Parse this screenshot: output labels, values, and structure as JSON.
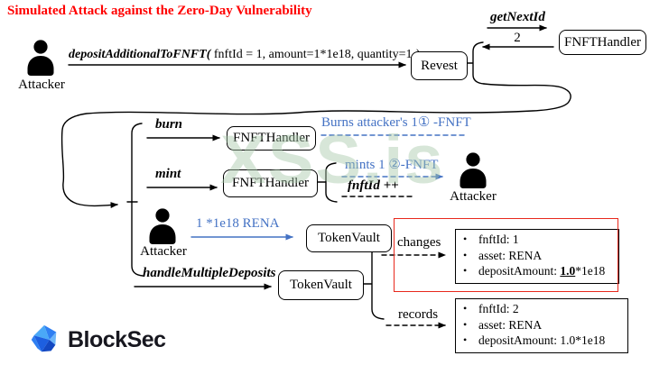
{
  "colors": {
    "title": "#ff0000",
    "accent_blue": "#4472c4",
    "watermark": "#a8c9ab",
    "highlight_red": "#e8291c"
  },
  "title": "Simulated Attack against the Zero-Day Vulnerability",
  "watermark": "XSS.is",
  "bullet": "•",
  "nodes": {
    "revest": "Revest",
    "fnft_handler": "FNFTHandler",
    "token_vault": "TokenVault",
    "attacker": "Attacker"
  },
  "calls": {
    "deposit_fn": "depositAdditionalToFNFT(",
    "deposit_args": " fnftId = 1, amount=1*1e18, quantity=1 ",
    "deposit_close": ")",
    "get_next_id": "getNextId",
    "next_id_value": "2",
    "burn": "burn",
    "mint": "mint",
    "handle_multiple_deposits": "handleMultipleDeposits",
    "rena_transfer": "1 *1e18 RENA",
    "fnft_id_increment": "fnftId ++"
  },
  "notes": {
    "burns": "Burns attacker's 1① -FNFT",
    "mints": "mints 1 ②-FNFT"
  },
  "effects": {
    "changes_label": "changes",
    "records_label": "records",
    "changes": {
      "fnft_id": "fnftId: 1",
      "asset": "asset: RENA",
      "deposit_prefix": "depositAmount: ",
      "deposit_bold": "1.0",
      "deposit_suffix": "*1e18"
    },
    "records": {
      "fnft_id": "fnftId: 2",
      "asset": "asset: RENA",
      "deposit": "depositAmount: 1.0*1e18"
    }
  },
  "logo": {
    "name": "BlockSec"
  }
}
